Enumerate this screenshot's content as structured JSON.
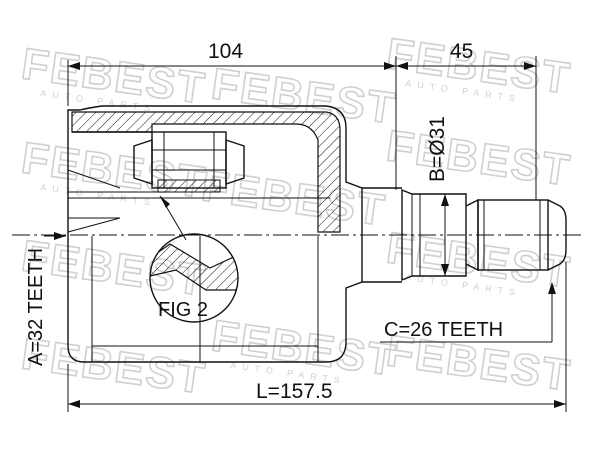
{
  "brand": {
    "watermark": "FEBEST",
    "watermark_sub": "AUTO PARTS"
  },
  "dimensions": {
    "length_housing": "104",
    "length_shaft": "45",
    "total_length": "L=157.5",
    "diameter": "B=Ø31",
    "teeth_a": "A=32 TEETH",
    "teeth_c": "C=26 TEETH"
  },
  "detail": {
    "fig_label": "FIG 2"
  },
  "colors": {
    "line": "#111111",
    "watermark": "#d0d0d0",
    "background": "#ffffff"
  }
}
